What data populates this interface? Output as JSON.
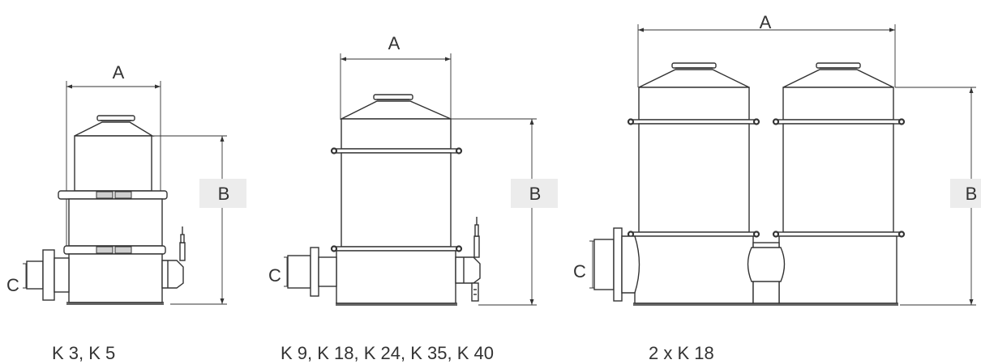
{
  "units": [
    {
      "id": "unit-1",
      "caption": "K 3, K 5",
      "dim_a": "A",
      "dim_b": "B",
      "dim_c": "C"
    },
    {
      "id": "unit-2",
      "caption": "K 9, K 18, K 24, K 35, K 40",
      "dim_a": "A",
      "dim_b": "B",
      "dim_c": "C"
    },
    {
      "id": "unit-3",
      "caption": "2 x  K 18",
      "dim_a": "A",
      "dim_b": "B",
      "dim_c": "C"
    }
  ]
}
